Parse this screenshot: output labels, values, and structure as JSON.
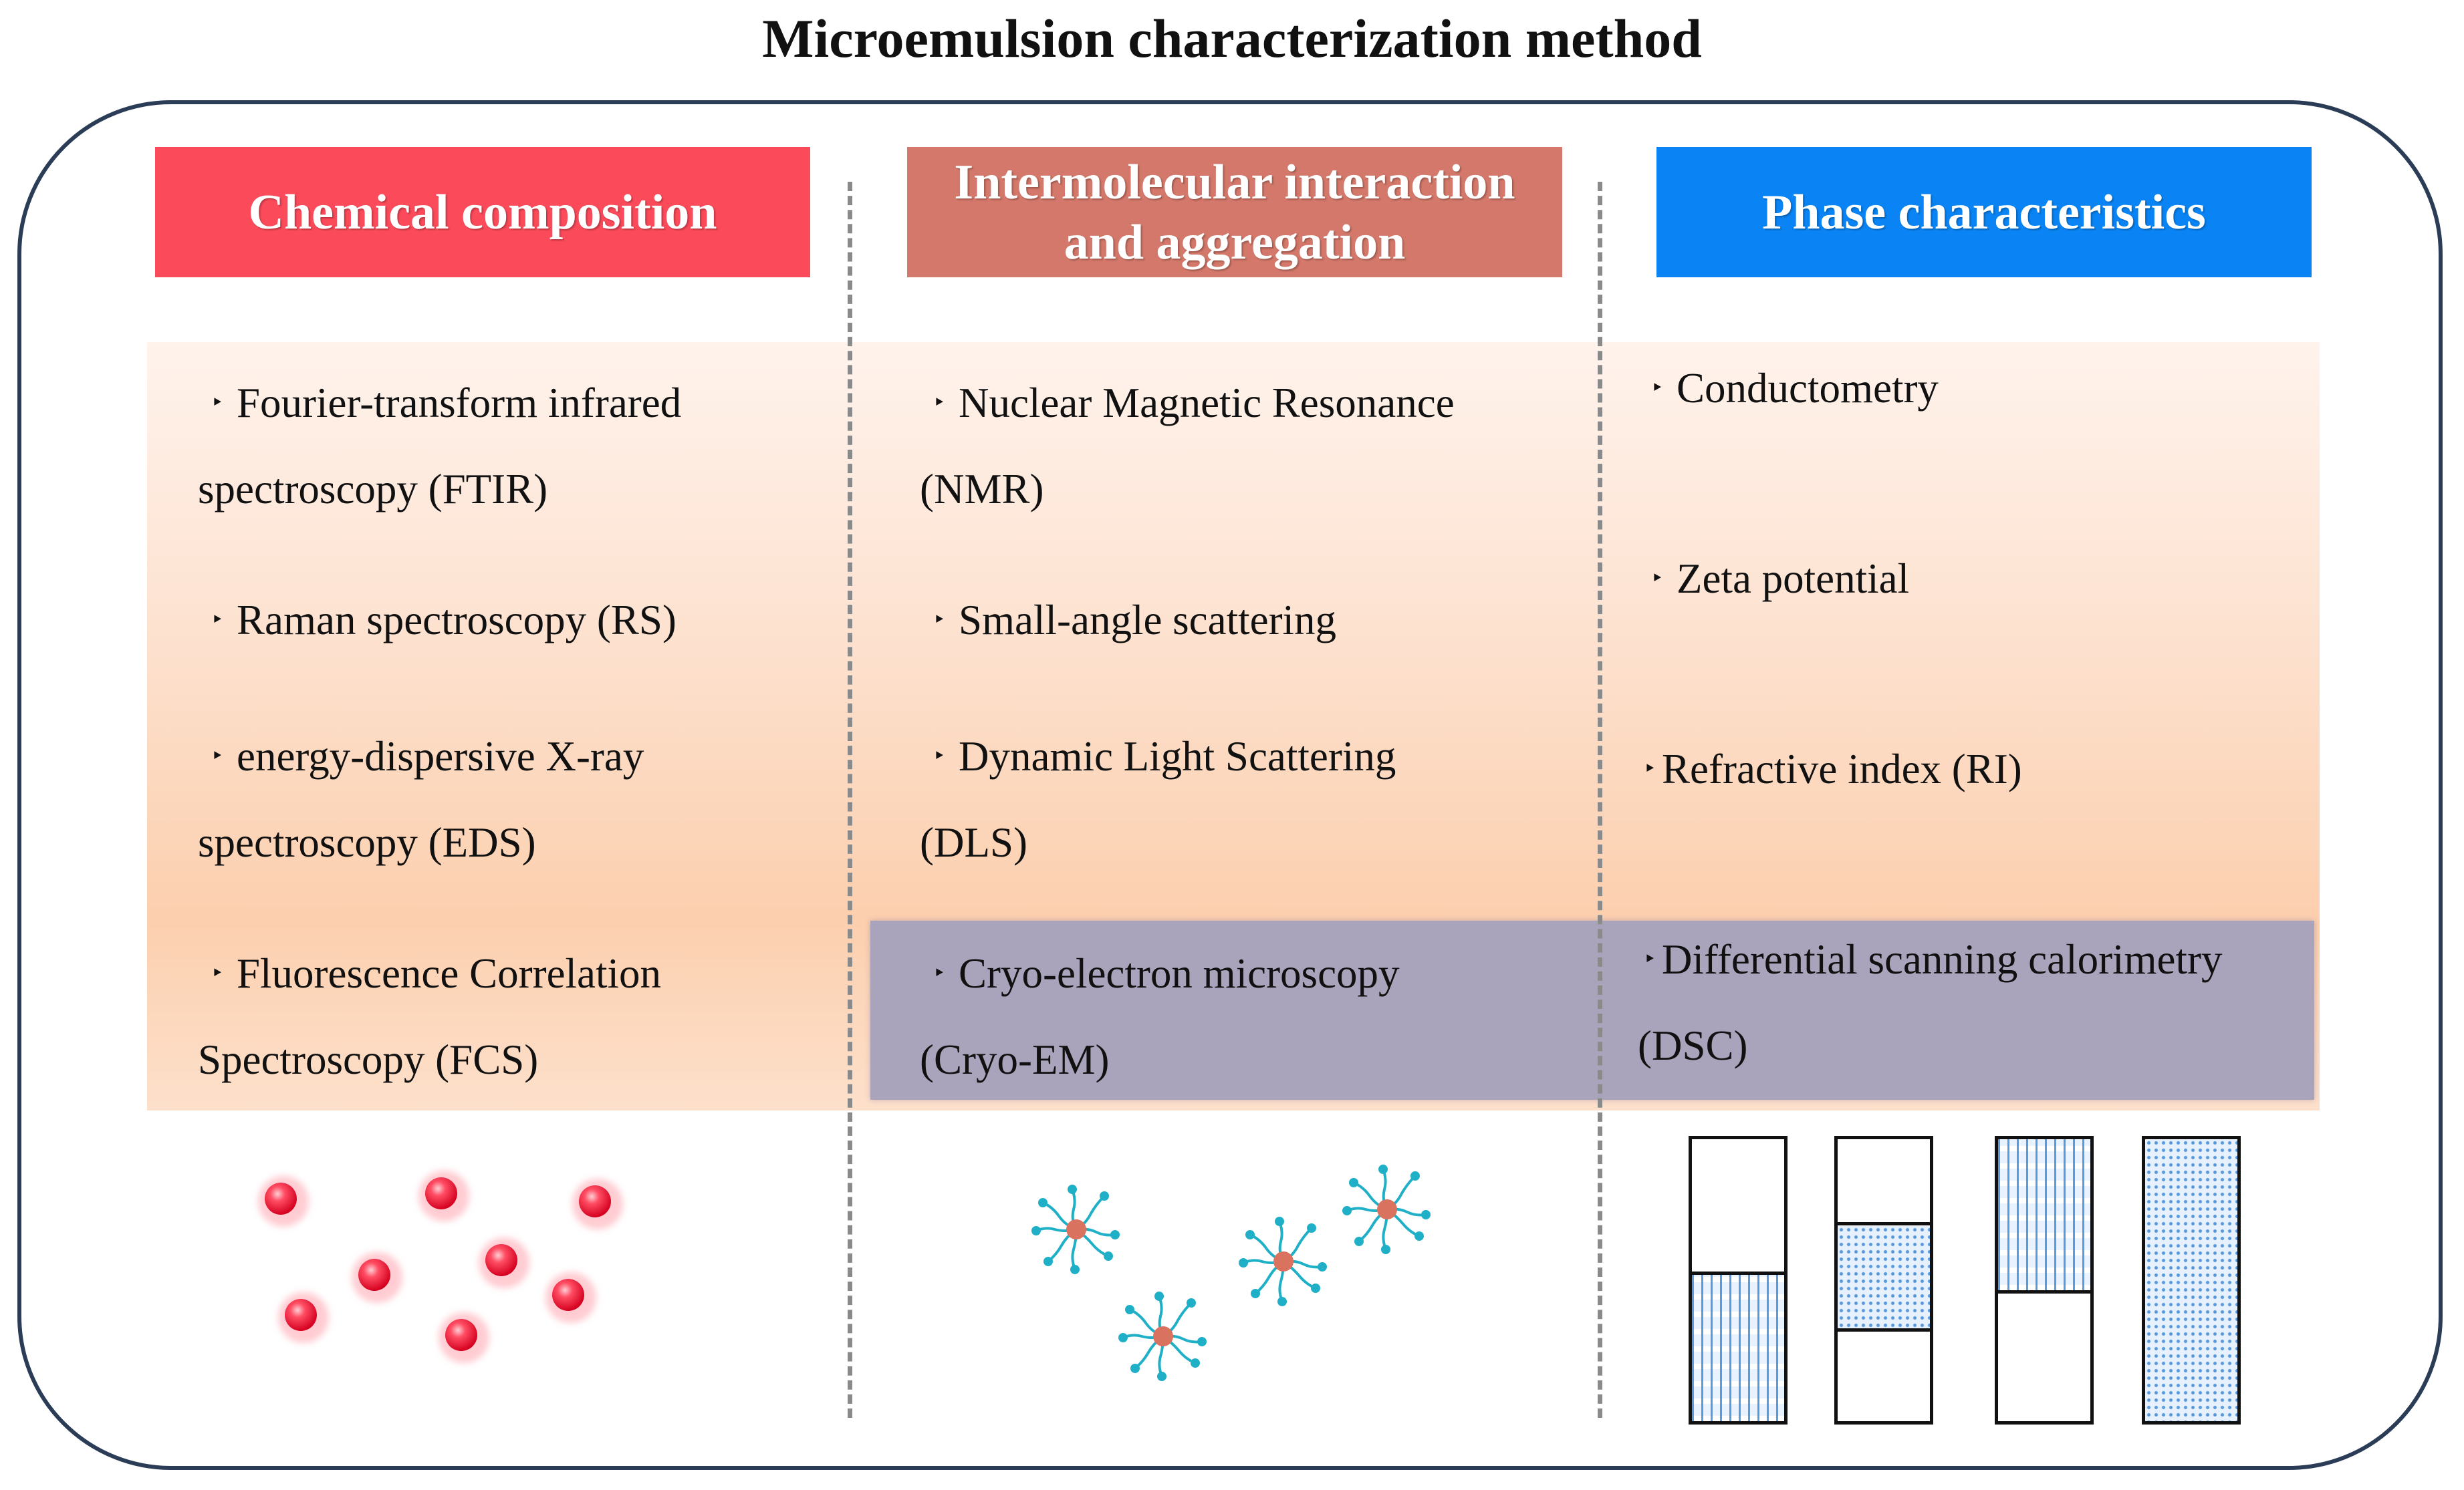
{
  "title": "Microemulsion characterization method",
  "colors": {
    "chemical_header": "#fb4a5a",
    "interaction_header": "#d3786a",
    "phase_header": "#0a84f4",
    "highlight_row": "#a9a4bb",
    "frame": "#2b3c57"
  },
  "columns": [
    {
      "header": "Chemical composition",
      "items": [
        {
          "line1": "Fourier-transform infrared",
          "line2": "spectroscopy (FTIR)"
        },
        {
          "line1": "Raman spectroscopy (RS)",
          "line2": ""
        },
        {
          "line1": "energy-dispersive X-ray",
          "line2": "spectroscopy (EDS)"
        },
        {
          "line1": "Fluorescence Correlation",
          "line2": "Spectroscopy (FCS)"
        }
      ],
      "illustration": "dispersed-droplets"
    },
    {
      "header_line1": "Intermolecular interaction",
      "header_line2": "and aggregation",
      "items": [
        {
          "line1": "Nuclear Magnetic Resonance",
          "line2": "(NMR)"
        },
        {
          "line1": "Small-angle scattering",
          "line2": ""
        },
        {
          "line1": "Dynamic Light Scattering",
          "line2": "(DLS)"
        },
        {
          "line1": "Cryo-electron microscopy",
          "line2": "(Cryo-EM)"
        }
      ],
      "illustration": "micelles"
    },
    {
      "header": "Phase characteristics",
      "items": [
        {
          "line1": "Conductometry",
          "line2": ""
        },
        {
          "line1": "Zeta potential",
          "line2": ""
        },
        {
          "line1": "Refractive index (RI)",
          "line2": ""
        },
        {
          "line1": "Differential scanning calorimetry",
          "line2": "(DSC)"
        }
      ],
      "illustration": "phase-tubes"
    }
  ],
  "bullet_glyph": "‣"
}
